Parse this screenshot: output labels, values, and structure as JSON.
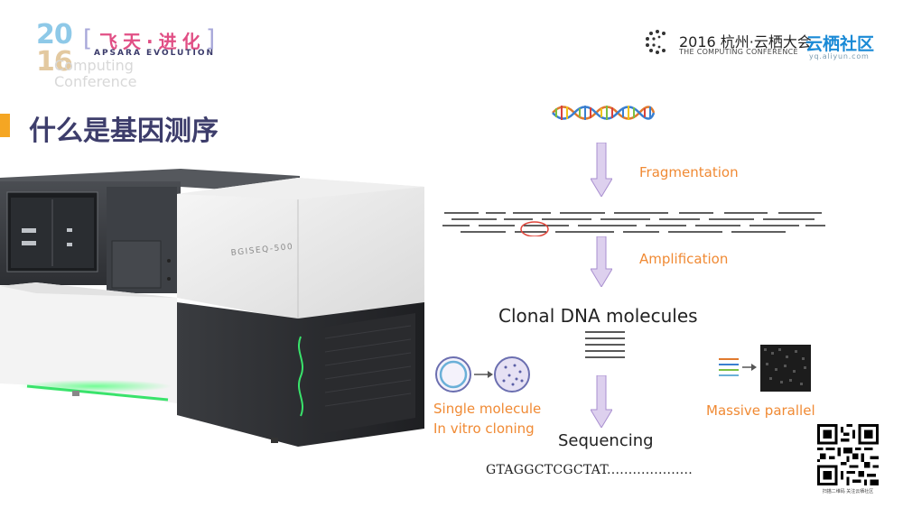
{
  "logo": {
    "year_top": "20",
    "year_bottom": "16",
    "bracket_left": "[",
    "bracket_right": "]",
    "cn_title": "飞天·进化",
    "apsara": "APSARA EVOLUTION",
    "sub_line1": "Computing",
    "sub_line2": "Conference"
  },
  "conference": {
    "title": "2016 杭州·云栖大会",
    "subtitle": "THE COMPUTING CONFERENCE",
    "community": "云栖社区",
    "community_url": "yq.aliyun.com"
  },
  "heading": "什么是基因测序",
  "machine": {
    "model_label": "BGISEQ-500"
  },
  "diagram": {
    "fragmentation": "Fragmentation",
    "amplification": "Amplification",
    "clonal": "Clonal DNA molecules",
    "single_line1": "Single molecule",
    "single_line2": "In vitro cloning",
    "massive": "Massive parallel",
    "sequencing": "Sequencing",
    "sequence": "GTAGGCTCGCTAT...................."
  },
  "qr": {
    "caption": "扫描二维码 关注云栖社区"
  },
  "colors": {
    "accent_orange": "#f08a34",
    "heading_bar": "#f5a623",
    "heading_text": "#3d3d6b",
    "arrow_purple": "#c9b5e0",
    "community_blue": "#1a8ad6",
    "machine_green_glow": "#39e36b"
  }
}
